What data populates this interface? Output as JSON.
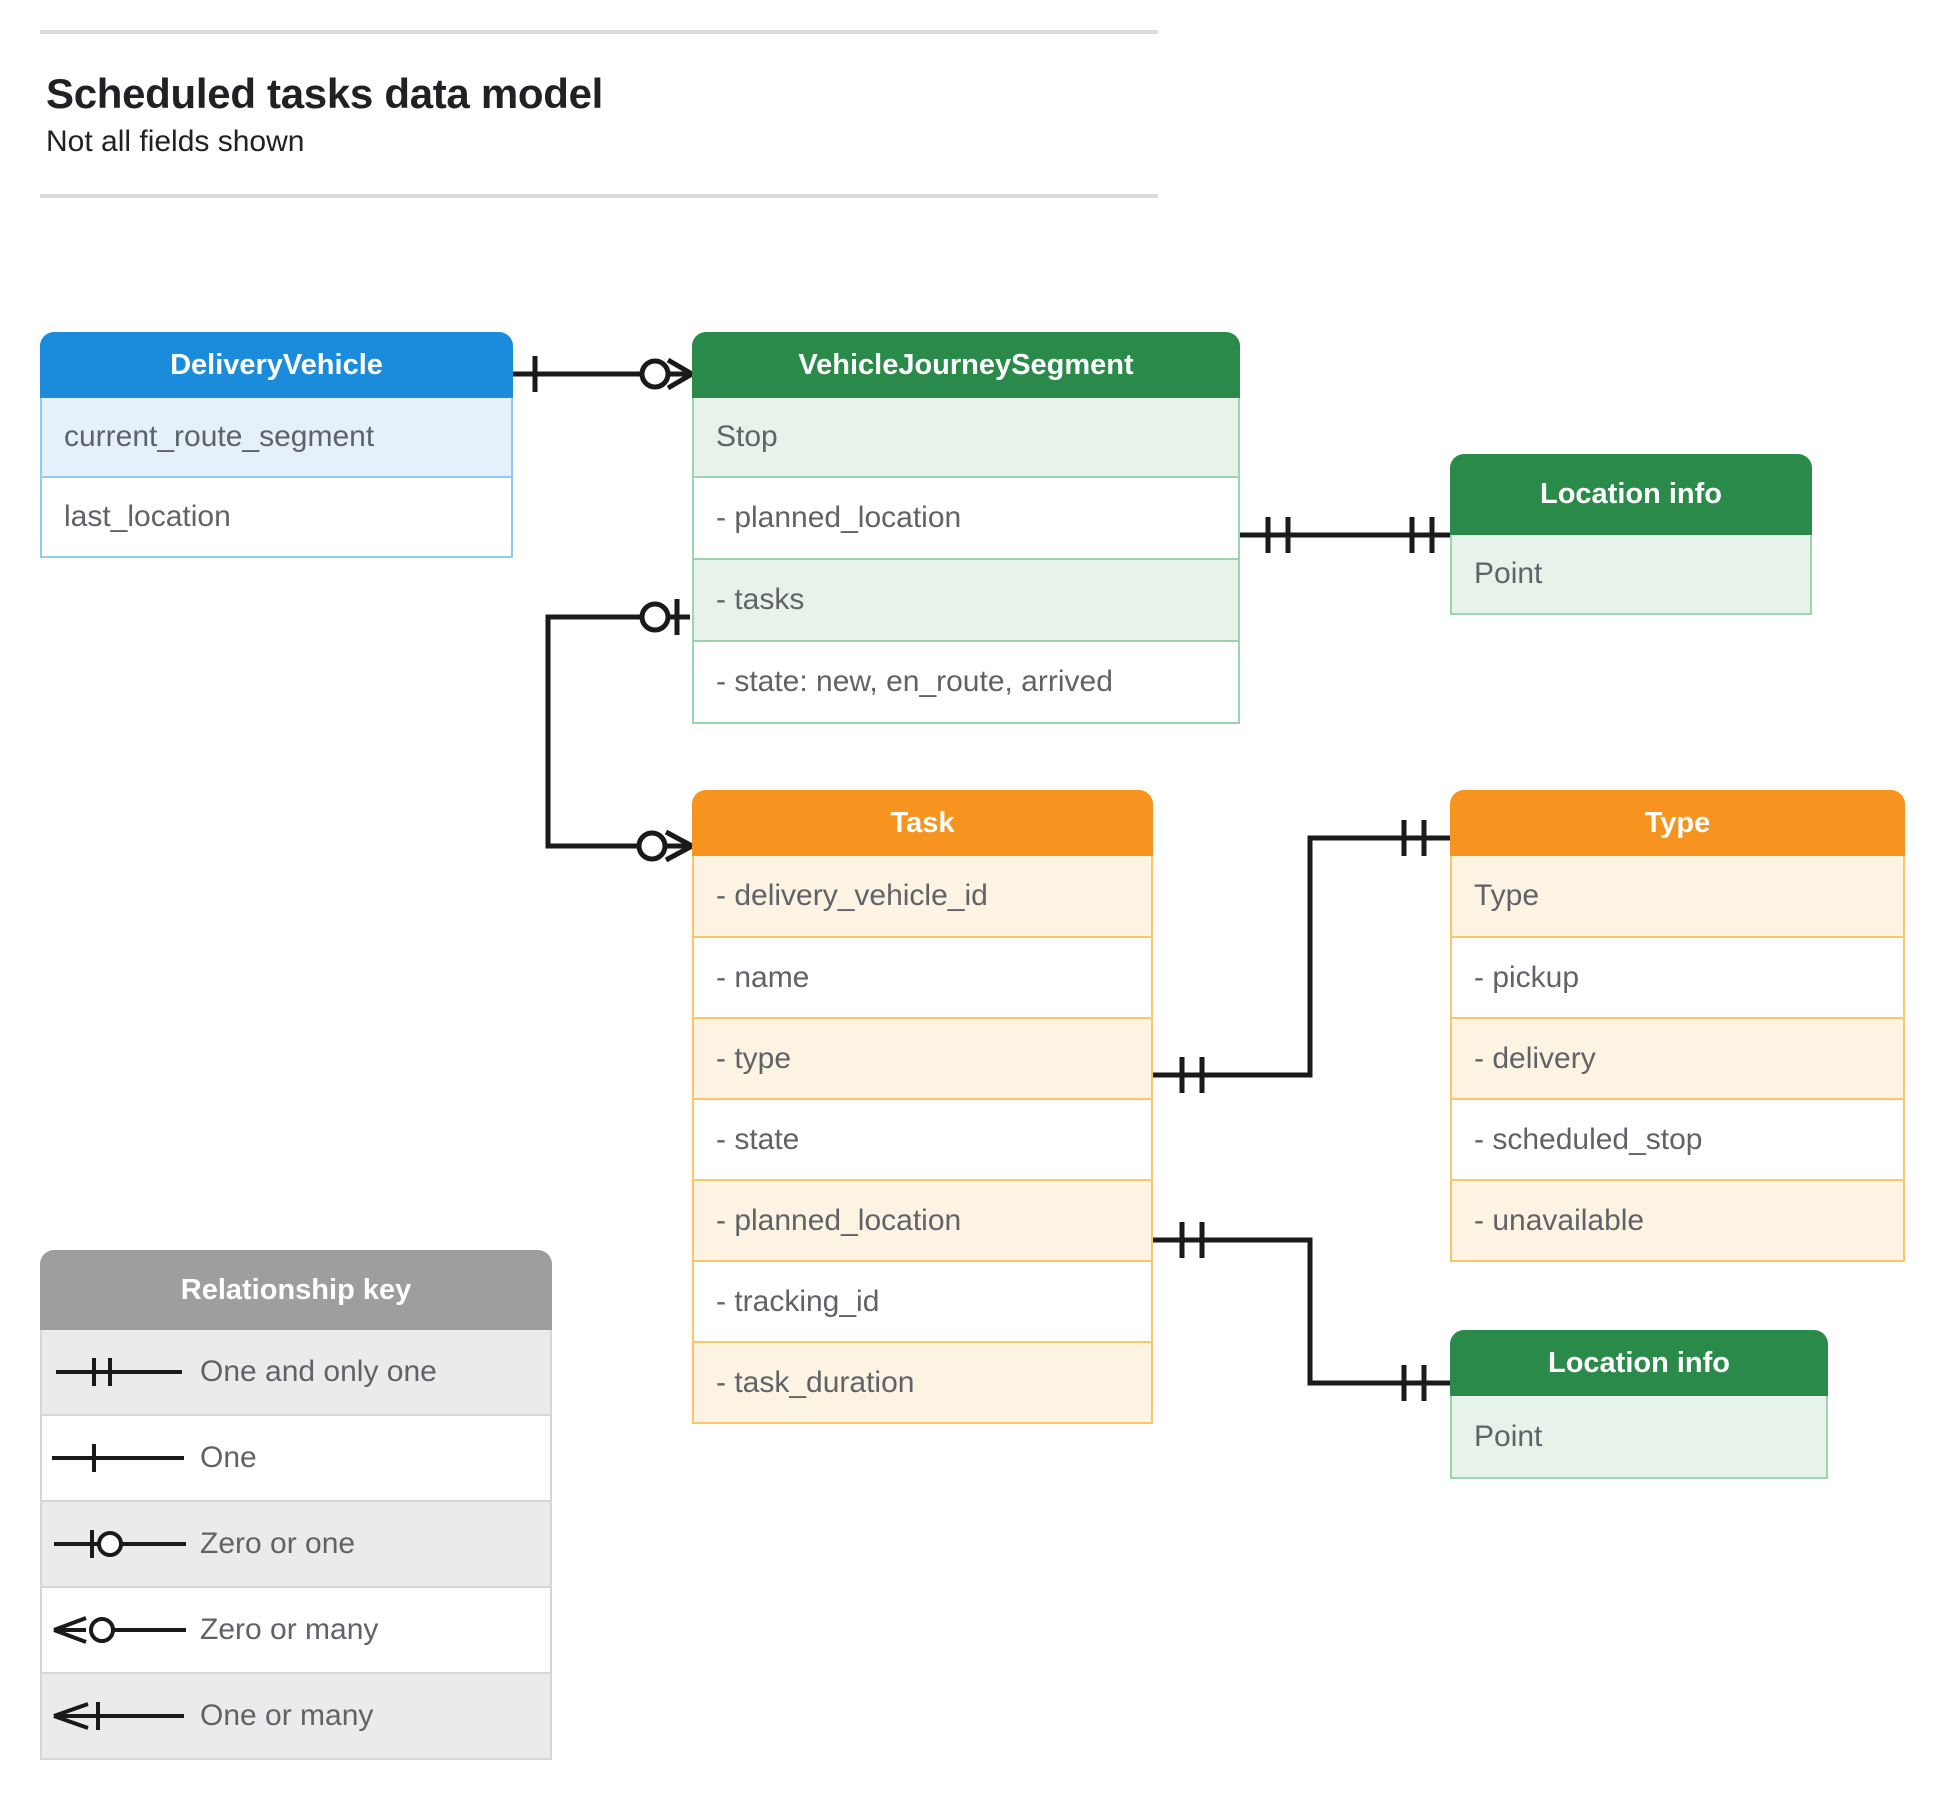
{
  "header": {
    "title": "Scheduled tasks data model",
    "subtitle": "Not all fields shown"
  },
  "entities": {
    "delivery_vehicle": {
      "title": "DeliveryVehicle",
      "color": "#1a8cdb",
      "rows": [
        "current_route_segment",
        "last_location"
      ]
    },
    "vehicle_journey_segment": {
      "title": "VehicleJourneySegment",
      "color": "#2a8a4a",
      "rows": [
        "Stop",
        "-  planned_location",
        "- tasks",
        "- state: new, en_route, arrived"
      ]
    },
    "location_info_top": {
      "title": "Location info",
      "color": "#2a8a4a",
      "rows": [
        "Point"
      ]
    },
    "location_info_bottom": {
      "title": "Location info",
      "color": "#2a8a4a",
      "rows": [
        "Point"
      ]
    },
    "task": {
      "title": "Task",
      "color": "#f79420",
      "rows": [
        "- delivery_vehicle_id",
        "- name",
        "- type",
        "- state",
        "- planned_location",
        "- tracking_id",
        "- task_duration"
      ]
    },
    "type": {
      "title": "Type",
      "color": "#f79420",
      "rows": [
        "Type",
        "-  pickup",
        "-  delivery",
        "-  scheduled_stop",
        "-  unavailable"
      ]
    }
  },
  "relationship_key": {
    "title": "Relationship key",
    "color": "#9e9e9e",
    "items": [
      {
        "symbol": "one-and-only-one",
        "label": "One and only one"
      },
      {
        "symbol": "one",
        "label": "One"
      },
      {
        "symbol": "zero-or-one",
        "label": "Zero or one"
      },
      {
        "symbol": "zero-or-many",
        "label": "Zero or many"
      },
      {
        "symbol": "one-or-many",
        "label": "One or many"
      }
    ]
  },
  "relationships": [
    {
      "from": "DeliveryVehicle",
      "from_notation": "one",
      "to": "VehicleJourneySegment",
      "to_notation": "zero-or-many"
    },
    {
      "from": "VehicleJourneySegment.tasks",
      "from_notation": "zero-or-one",
      "to": "Task",
      "to_notation": "zero-or-many"
    },
    {
      "from": "VehicleJourneySegment.planned_location",
      "from_notation": "one-and-only-one",
      "to": "Location info",
      "to_notation": "one-and-only-one"
    },
    {
      "from": "Task.type",
      "from_notation": "one-and-only-one",
      "to": "Type",
      "to_notation": "one-and-only-one"
    },
    {
      "from": "Task.planned_location",
      "from_notation": "one-and-only-one",
      "to": "Location info",
      "to_notation": "one-and-only-one"
    }
  ]
}
